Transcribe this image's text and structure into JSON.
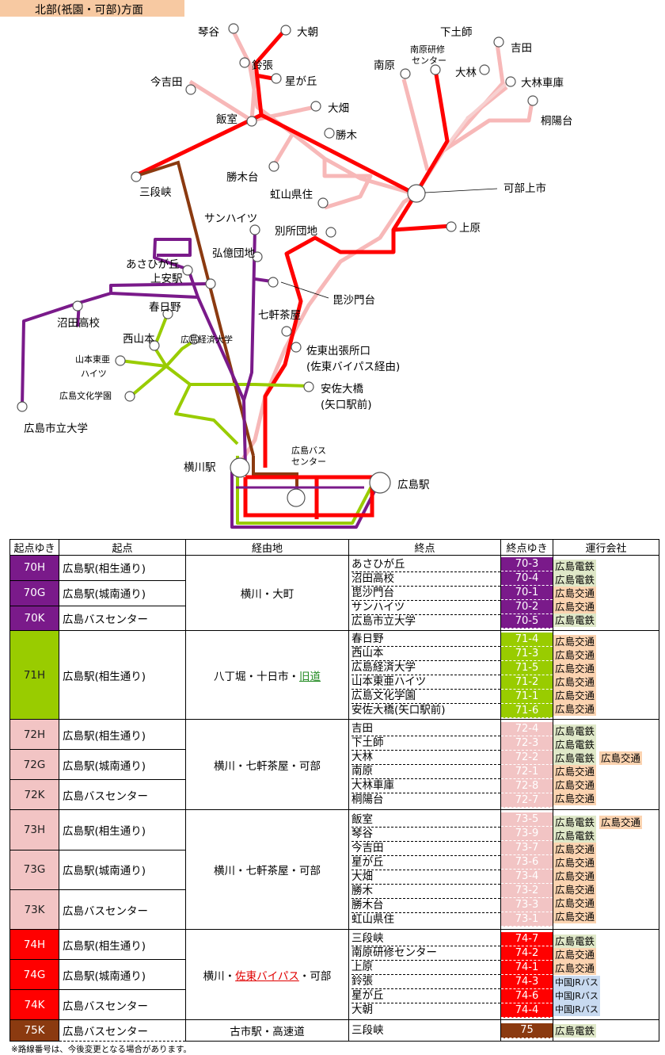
{
  "header": {
    "title": "北部(祇園・可部)方面"
  },
  "map": {
    "stops": {
      "kotoya": "琴谷",
      "oasa": "大朝",
      "suzuhari": "鈴張",
      "hoshigaoka": "星が丘",
      "imayoshida": "今吉田",
      "iimuro": "飯室",
      "ohata": "大畑",
      "katsuki": "勝木",
      "katsukidai": "勝木台",
      "nijiyama": "虹山県住",
      "sandankyo": "三段峡",
      "shimotoshi": "下土師",
      "nanbara_kenshu": "南原研修\nセンター",
      "yoshida": "吉田",
      "nanbara": "南原",
      "obayashi": "大林",
      "obayashi_depot": "大林車庫",
      "toyogadai": "桐陽台",
      "kabe_kamiichi": "可部上市",
      "kamihara": "上原",
      "sanhaitsu": "サンハイツ",
      "bessho": "別所団地",
      "asahigaoka": "あさひが丘",
      "kamiyasu": "上安駅",
      "kooku": "弘億団地",
      "bishamon": "毘沙門台",
      "kasugano": "春日野",
      "numata": "沼田高校",
      "nanaken": "七軒茶屋",
      "nishiyamamoto": "西山本",
      "keizai": "広島経済大学",
      "yamamoto_toa": "山本東亜\nハイツ",
      "sato_shucchou": "佐東出張所口",
      "sato_bypass": "(佐東バイパス経由)",
      "bunka": "広島文化学園",
      "yasu_ohashi": "安佐大橋",
      "yaguchi": "(矢口駅前)",
      "shiritsu": "広島市立大学",
      "yokogawa": "横川駅",
      "bus_center": "広島バス\nセンター",
      "hiroshima": "広島駅"
    },
    "colors": {
      "r70": "#7a1a8a",
      "r71": "#99cc00",
      "r72": "#f7b8b8",
      "r73": "#f7b8b8",
      "r74": "#ff0000",
      "r75": "#8b3a10"
    }
  },
  "table": {
    "headers": [
      "起点ゆき",
      "起点",
      "経由地",
      "終点",
      "終点ゆき",
      "運行会社"
    ],
    "groups": [
      {
        "color": "#7a1a8a",
        "codes": [
          "70H",
          "70G",
          "70K"
        ],
        "starts": [
          "広島駅(相生通り)",
          "広島駅(城南通り)",
          "広島バスセンター"
        ],
        "via": "横川・大町",
        "dests": [
          "あさひが丘",
          "沼田高校",
          "毘沙門台",
          "サンハイツ",
          "広島市立大学"
        ],
        "nums": [
          "70-3",
          "70-4",
          "70-1",
          "70-2",
          "70-5"
        ],
        "ops": [
          [
            "広島電鉄"
          ],
          [
            "広島電鉄"
          ],
          [
            "広島交通"
          ],
          [
            "広島交通"
          ],
          [
            "広島電鉄"
          ]
        ]
      },
      {
        "color": "#99cc00",
        "codes": [
          "71H"
        ],
        "starts": [
          "広島駅(相生通り)"
        ],
        "via_a": "八丁堀・十日市・",
        "via_b": "旧道",
        "dests": [
          "春日野",
          "西山本",
          "広島経済大学",
          "山本東亜ハイツ",
          "広島文化学園",
          "安佐大橋(矢口駅前)"
        ],
        "nums": [
          "71-4",
          "71-3",
          "71-5",
          "71-2",
          "71-1",
          "71-6"
        ],
        "ops": [
          [
            "広島交通"
          ],
          [
            "広島交通"
          ],
          [
            "広島交通"
          ],
          [
            "広島交通"
          ],
          [
            "広島交通"
          ],
          [
            "広島交通"
          ]
        ]
      },
      {
        "color": "#f2c4c4",
        "codes": [
          "72H",
          "72G",
          "72K"
        ],
        "starts": [
          "広島駅(相生通り)",
          "広島駅(城南通り)",
          "広島バスセンター"
        ],
        "via": "横川・七軒茶屋・可部",
        "dests": [
          "吉田",
          "下土師",
          "大林",
          "南原",
          "大林車庫",
          "桐陽台"
        ],
        "nums": [
          "72-4",
          "72-3",
          "72-2",
          "72-1",
          "72-8",
          "72-7"
        ],
        "ops": [
          [
            "広島電鉄"
          ],
          [
            "広島電鉄"
          ],
          [
            "広島電鉄",
            "広島交通"
          ],
          [
            "広島交通"
          ],
          [
            "広島交通"
          ],
          [
            "広島交通"
          ]
        ]
      },
      {
        "color": "#f2c4c4",
        "codes": [
          "73H",
          "73G",
          "73K"
        ],
        "starts": [
          "広島駅(相生通り)",
          "広島駅(城南通り)",
          "広島バスセンター"
        ],
        "via": "横川・七軒茶屋・可部",
        "dests": [
          "飯室",
          "琴谷",
          "今吉田",
          "星が丘",
          "大畑",
          "勝木",
          "勝木台",
          "虹山県住"
        ],
        "nums": [
          "73-5",
          "73-9",
          "73-7",
          "73-6",
          "73-4",
          "73-2",
          "73-3",
          "73-1"
        ],
        "ops": [
          [
            "広島電鉄",
            "広島交通"
          ],
          [
            "広島電鉄"
          ],
          [
            "広島交通"
          ],
          [
            "広島交通"
          ],
          [
            "広島交通"
          ],
          [
            "広島交通"
          ],
          [
            "広島交通"
          ],
          [
            "広島交通"
          ]
        ]
      },
      {
        "color": "#ff0000",
        "codes": [
          "74H",
          "74G",
          "74K"
        ],
        "starts": [
          "広島駅(相生通り)",
          "広島駅(城南通り)",
          "広島バスセンター"
        ],
        "via_a": "横川・",
        "via_b": "佐東バイパス",
        "via_c": "・可部",
        "dests": [
          "三段峡",
          "南原研修センター",
          "上原",
          "鈴張",
          "星が丘",
          "大朝"
        ],
        "nums": [
          "74-7",
          "74-2",
          "74-1",
          "74-3",
          "74-6",
          "74-4"
        ],
        "ops": [
          [
            "広島電鉄"
          ],
          [
            "広島交通"
          ],
          [
            "広島交通"
          ],
          [
            "中国JRバス"
          ],
          [
            "中国JRバス"
          ],
          [
            "中国JRバス"
          ]
        ]
      },
      {
        "color": "#8b3a10",
        "codes": [
          "75K"
        ],
        "starts": [
          "広島バスセンター"
        ],
        "via": "古市駅・高速道",
        "dests": [
          "三段峡"
        ],
        "nums": [
          "75"
        ],
        "ops": [
          [
            "広島電鉄"
          ]
        ]
      }
    ]
  },
  "footnote": "※路線番号は、今後変更となる場合があります。"
}
